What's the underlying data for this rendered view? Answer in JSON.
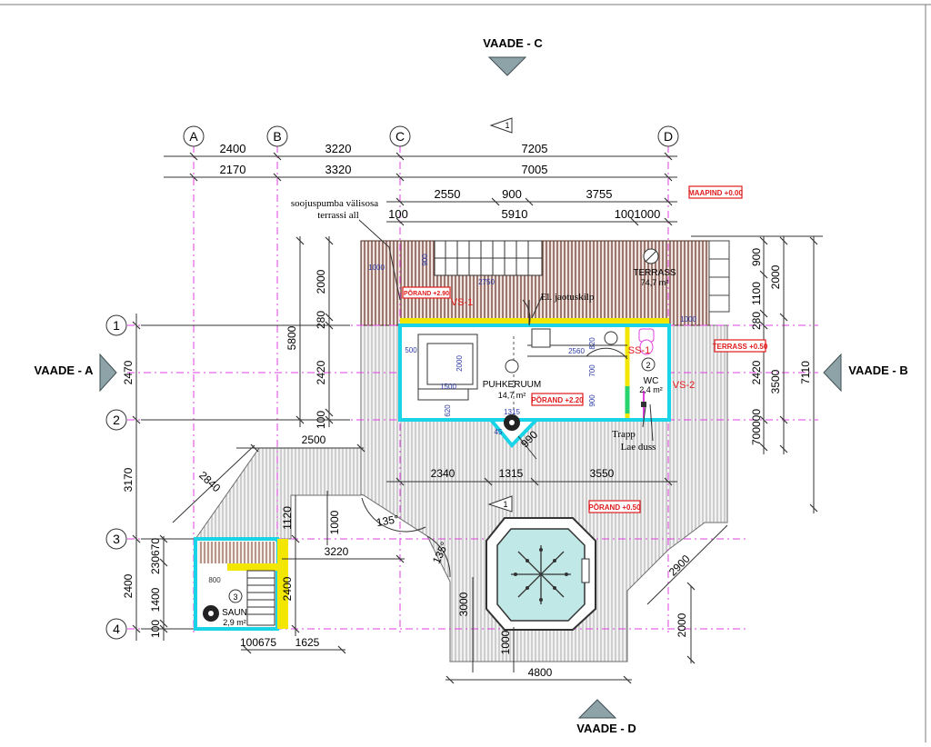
{
  "views": {
    "top": "VAADE - C",
    "bottom": "VAADE - D",
    "left": "VAADE - A",
    "right": "VAADE - B"
  },
  "grid_columns": [
    "A",
    "B",
    "C",
    "D"
  ],
  "grid_rows": [
    "1",
    "2",
    "3",
    "4"
  ],
  "north_marks": [
    "1",
    "1"
  ],
  "dims_top": {
    "row1": [
      "2400",
      "3220",
      "7205"
    ],
    "row2": [
      "2170",
      "3320",
      "7005"
    ],
    "row3": [
      "2550",
      "900",
      "3755"
    ],
    "row4_left": "100",
    "row4_mid": "5910",
    "row4_right": "1001000"
  },
  "dims_left": {
    "outer_1_2": "2470",
    "outer_2_3": "3170",
    "outer_3_4": "2400",
    "outer_small": "100",
    "inner_5800": "5800",
    "inner_2000": "2000",
    "inner_280": "280",
    "inner_2420": "2420",
    "inner_100": "100",
    "sauna_230670": "230670",
    "sauna_1400": "1400",
    "sauna_100": "100"
  },
  "dims_right": {
    "d900": "900",
    "d2000": "2000",
    "d1100": "1100",
    "d280": "280",
    "d2420": "2420",
    "d3500": "3500",
    "d7110": "7110",
    "d700000": "700000"
  },
  "dims_mid": {
    "d2500": "2500",
    "d2840": "2840",
    "d2340": "2340",
    "d1315": "1315",
    "d3550": "3550",
    "d1120": "1120",
    "d1000a": "1000",
    "d3220": "3220",
    "d2400v": "2400",
    "d135a": "135°",
    "d135b": "135°",
    "d990": "990",
    "d2900": "2900",
    "d3000": "3000",
    "d1000b": "1000",
    "d2000b": "2000",
    "d4800": "4800",
    "d100675": "100675",
    "d1625": "1625"
  },
  "small_dims": {
    "s1000a": "1000",
    "s900": "900",
    "s2750": "2750",
    "s1000b": "1000",
    "s500": "500",
    "s2000": "2000",
    "s1500": "1500",
    "s2560": "2560",
    "s820": "820",
    "s700": "700",
    "s900b": "900",
    "s620": "620",
    "s1315": "1315",
    "s45": "45",
    "s800": "800"
  },
  "rooms": {
    "terrass_name": "TERRASS",
    "terrass_area": "74,7 m²",
    "terrass_num": "",
    "puhkeruum_name": "PUHKERUUM",
    "puhkeruum_area": "14,7 m²",
    "wc_name": "WC",
    "wc_area": "2,4 m²",
    "wc_num": "2",
    "saun_name": "SAUN",
    "saun_area": "2,9 m²",
    "saun_num": "3"
  },
  "red_tags": {
    "maapind": "MAAPIND +0.00",
    "terrass": "TERRASS +0.50",
    "porand_220": "PÕRAND +2.20",
    "porand_050": "PÕRAND +0.50",
    "porand_small": "PÕRAND +2.90"
  },
  "annotations": {
    "insulation_1": "soojuspumba välisosa",
    "insulation_2": "terrassi all",
    "jaotuskilp": "El. jaotuskilp",
    "vs1": "VS-1",
    "vs2": "VS-2",
    "ss1": "SS-1",
    "trapp": "Trapp",
    "lae_duss": "Lae duss"
  },
  "colors": {
    "grid_magenta": "#e040e0",
    "wall_cyan": "#19d3e6",
    "wall_yellow": "#f3e600",
    "wall_green": "#27d36a",
    "tag_red": "#e01b1b",
    "deck_brown": "#7a4a3f",
    "deck_grey": "#bdbdbd",
    "tub_cyan": "#bfe8e6"
  }
}
